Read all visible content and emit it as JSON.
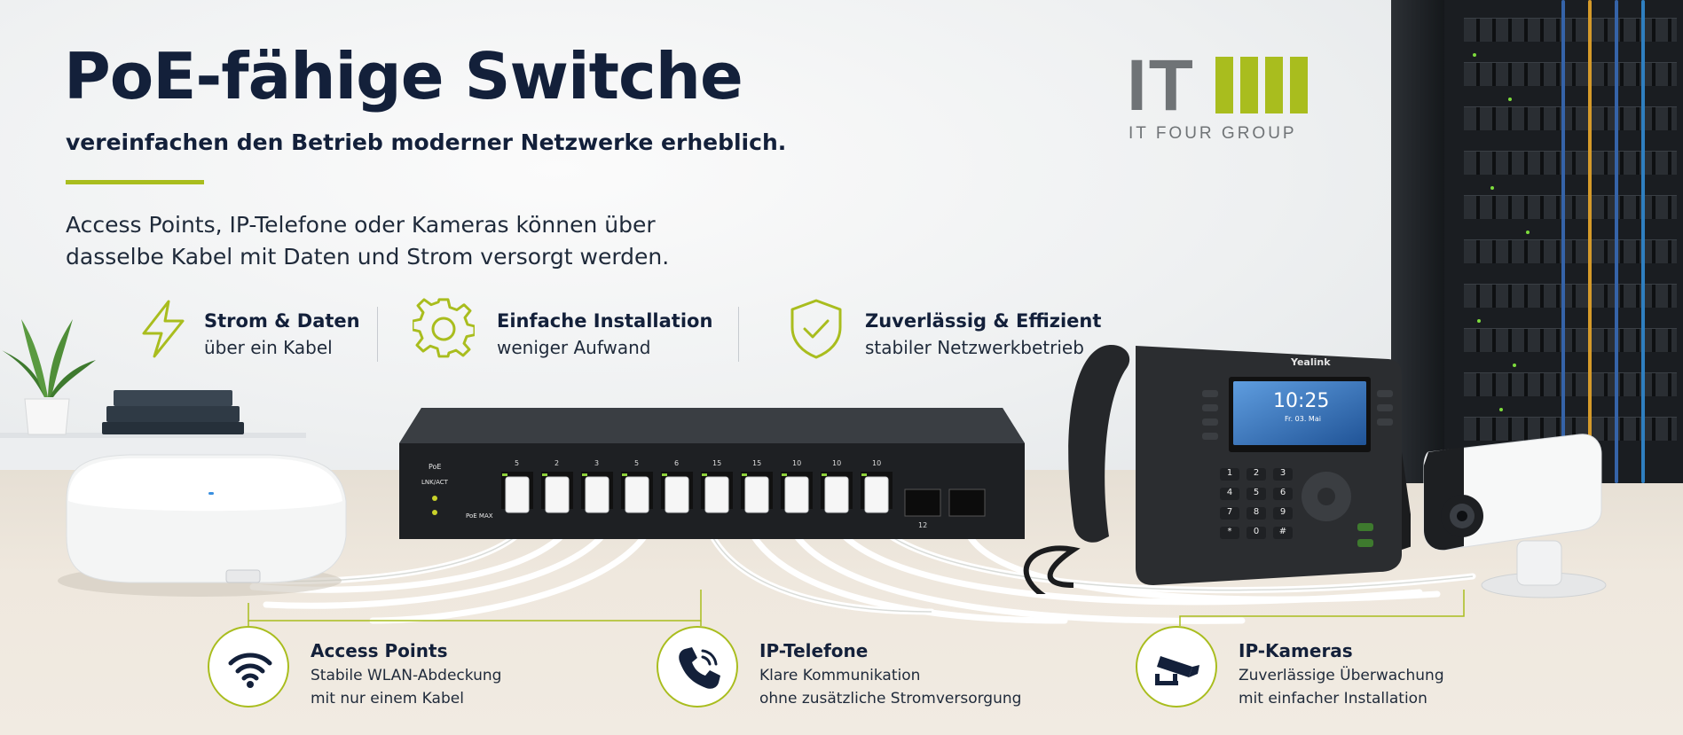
{
  "header": {
    "title": "PoE-fähige Switche",
    "subtitle": "vereinfachen den Betrieb moderner Netzwerke erheblich.",
    "intro_line1": "Access Points, IP-Telefone oder Kameras können über",
    "intro_line2": "dasselbe Kabel mit Daten und Strom versorgt werden."
  },
  "logo": {
    "mark": "IT",
    "text": "IT FOUR GROUP"
  },
  "features": [
    {
      "icon": "lightning-icon",
      "title": "Strom & Daten",
      "desc": "über ein Kabel"
    },
    {
      "icon": "gear-icon",
      "title": "Einfache Installation",
      "desc": "weniger Aufwand"
    },
    {
      "icon": "shield-check-icon",
      "title": "Zuverlässig & Effizient",
      "desc": "stabiler Netzwerkbetrieb"
    }
  ],
  "switch": {
    "poe_label": "PoE",
    "lnk_label": "LNK/ACT",
    "poe_max_label": "PoE MAX",
    "port_numbers": [
      "5",
      "2",
      "3",
      "5",
      "6",
      "15",
      "15",
      "10",
      "10",
      "10"
    ],
    "uplink_label": "12"
  },
  "phone": {
    "brand": "Yealink",
    "time": "10:25",
    "date": "Fr. 03. Mai",
    "keys": [
      "1",
      "2",
      "3",
      "4",
      "5",
      "6",
      "7",
      "8",
      "9",
      "*",
      "0",
      "#"
    ]
  },
  "callouts": [
    {
      "icon": "wifi-icon",
      "title": "Access Points",
      "line1": "Stabile WLAN-Abdeckung",
      "line2": "mit nur einem Kabel"
    },
    {
      "icon": "phone-icon",
      "title": "IP-Telefone",
      "line1": "Klare Kommunikation",
      "line2": "ohne zusätzliche Stromversorgung"
    },
    {
      "icon": "camera-icon",
      "title": "IP-Kameras",
      "line1": "Zuverlässige Überwachung",
      "line2": "mit einfacher Installation"
    }
  ],
  "colors": {
    "accent": "#a9bd1e",
    "navy": "#13203a",
    "logo_gray": "#6f7376"
  }
}
